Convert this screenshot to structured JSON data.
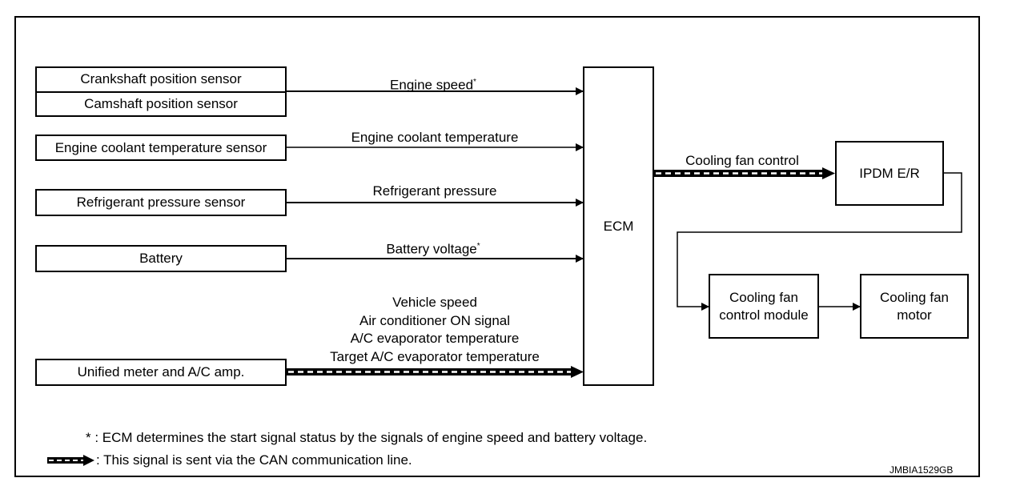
{
  "inputs": {
    "crankshaft": "Crankshaft position sensor",
    "camshaft": "Camshaft position sensor",
    "coolant_sensor": "Engine coolant temperature sensor",
    "refrigerant_sensor": "Refrigerant pressure sensor",
    "battery": "Battery",
    "unified_meter": "Unified meter and A/C amp."
  },
  "signals": {
    "engine_speed": "Engine speed",
    "engine_speed_mark": "*",
    "coolant_temp": "Engine coolant temperature",
    "refrigerant_pressure": "Refrigerant pressure",
    "battery_voltage": "Battery voltage",
    "battery_voltage_mark": "*",
    "can_signals": [
      "Vehicle speed",
      "Air conditioner ON signal",
      "A/C evaporator temperature",
      "Target A/C evaporator temperature"
    ],
    "cooling_fan_control": "Cooling fan control"
  },
  "blocks": {
    "ecm": "ECM",
    "ipdm": "IPDM E/R",
    "fan_module": [
      "Cooling fan",
      "control module"
    ],
    "fan_motor": [
      "Cooling fan",
      "motor"
    ]
  },
  "legend": {
    "asterisk_note": "* : ECM determines the start signal status by the signals of engine speed and battery voltage.",
    "can_note": ": This signal is sent via the CAN communication line."
  },
  "figure_code": "JMBIA1529GB"
}
